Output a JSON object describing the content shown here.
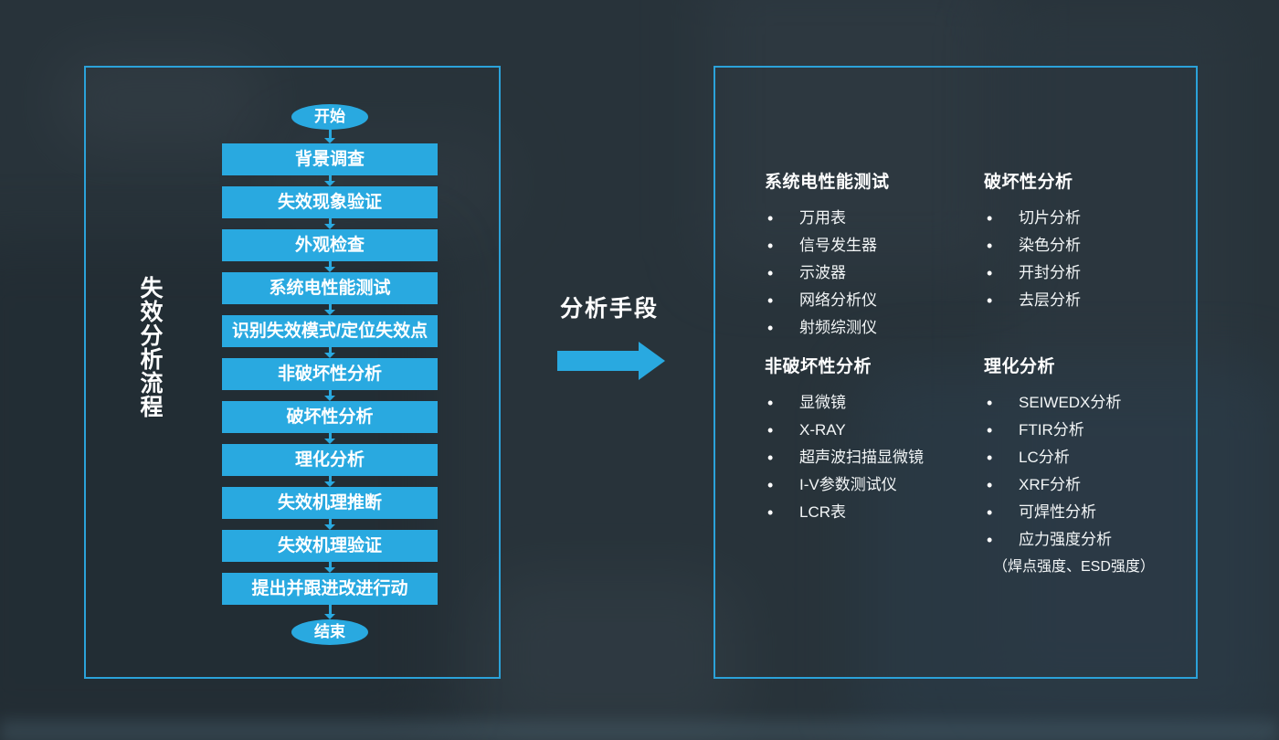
{
  "colors": {
    "accent": "#29a9e0",
    "panel_border": "#2ba2d9",
    "background": "#28333a",
    "text": "#ffffff"
  },
  "left_panel": {
    "vertical_title": "失效分析流程"
  },
  "flowchart": {
    "start_label": "开始",
    "end_label": "结束",
    "steps": [
      "背景调查",
      "失效现象验证",
      "外观检查",
      "系统电性能测试",
      "识别失效模式/定位失效点",
      "非破坏性分析",
      "破坏性分析",
      "理化分析",
      "失效机理推断",
      "失效机理验证",
      "提出并跟进改进行动"
    ]
  },
  "middle": {
    "label": "分析手段"
  },
  "right_panel": {
    "sections": [
      {
        "title": "系统电性能测试",
        "items": [
          "万用表",
          "信号发生器",
          "示波器",
          "网络分析仪",
          "射频综测仪"
        ]
      },
      {
        "title": "破坏性分析",
        "items": [
          "切片分析",
          "染色分析",
          "开封分析",
          "去层分析"
        ]
      },
      {
        "title": "非破坏性分析",
        "items": [
          "显微镜",
          "X-RAY",
          "超声波扫描显微镜",
          "I-V参数测试仪",
          "LCR表"
        ]
      },
      {
        "title": "理化分析",
        "items": [
          "SEIWEDX分析",
          "FTIR分析",
          "LC分析",
          "XRF分析",
          "可焊性分析",
          "应力强度分析"
        ],
        "note": "（焊点强度、ESD强度）"
      }
    ]
  }
}
